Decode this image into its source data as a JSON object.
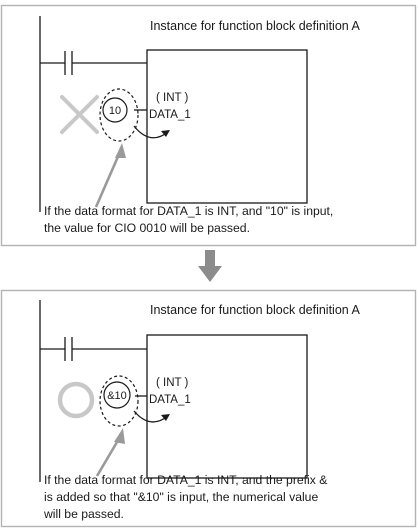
{
  "panels": [
    {
      "title": "Instance for function block definition A",
      "operand": "10",
      "data_type": "( INT )",
      "variable": "DATA_1",
      "marker": "cross",
      "caption_lines": [
        "If the data format for DATA_1 is INT, and \"10\" is input,",
        "the value for CIO 0010 will be passed."
      ]
    },
    {
      "title": "Instance for function block definition A",
      "operand": "&10",
      "data_type": "( INT )",
      "variable": "DATA_1",
      "marker": "circle",
      "caption_lines": [
        "If the data format for DATA_1 is INT, and the prefix &",
        "is added so that \"&10\" is input, the numerical value",
        "will be passed."
      ]
    }
  ],
  "colors": {
    "frame": "#b3b3b3",
    "line": "#1a1a1a",
    "marker": "#c8c8c8",
    "transition_arrow": "#8c8c8c"
  },
  "icons": {
    "cross_marker": "cross-marker-icon",
    "circle_marker": "circle-marker-icon",
    "transition_arrow": "down-arrow-icon"
  }
}
